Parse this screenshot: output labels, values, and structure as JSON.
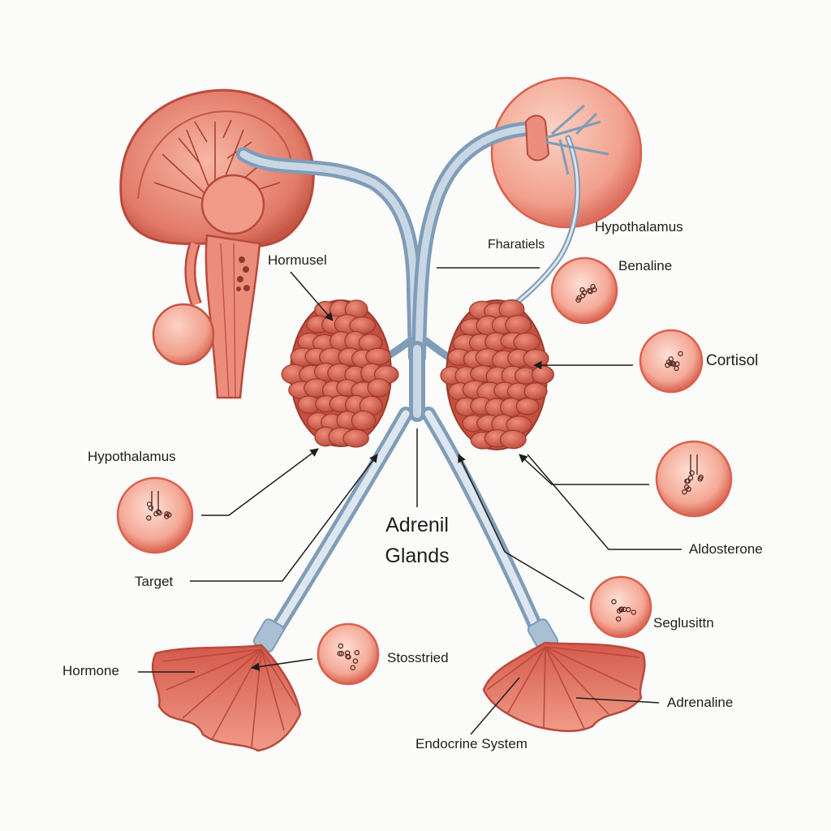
{
  "diagram": {
    "center_title": {
      "line1": "Adrenil",
      "line2": "Glands"
    },
    "labels": {
      "hormusel": "Hormusel",
      "fharatiels": "Fharatiels",
      "hypothalamus_right": "Hypothalamus",
      "benaline": "Benaline",
      "cortisol": "Cortisol",
      "hypothalamus_left": "Hypothalamus",
      "aldosterone": "Aldosterone",
      "target": "Target",
      "seglusittn": "Seglusittn",
      "stosstried": "Stosstried",
      "hormone": "Hormone",
      "adrenaline": "Adrenaline",
      "endocrine_system": "Endocrine System"
    },
    "colors": {
      "tissue": "#e0705f",
      "tissue_light": "#f3a593",
      "tissue_dark": "#b84a3d",
      "vessel": "#7f9cb8",
      "vessel_light": "#c9d7e4",
      "line": "#1e1e1e"
    }
  }
}
